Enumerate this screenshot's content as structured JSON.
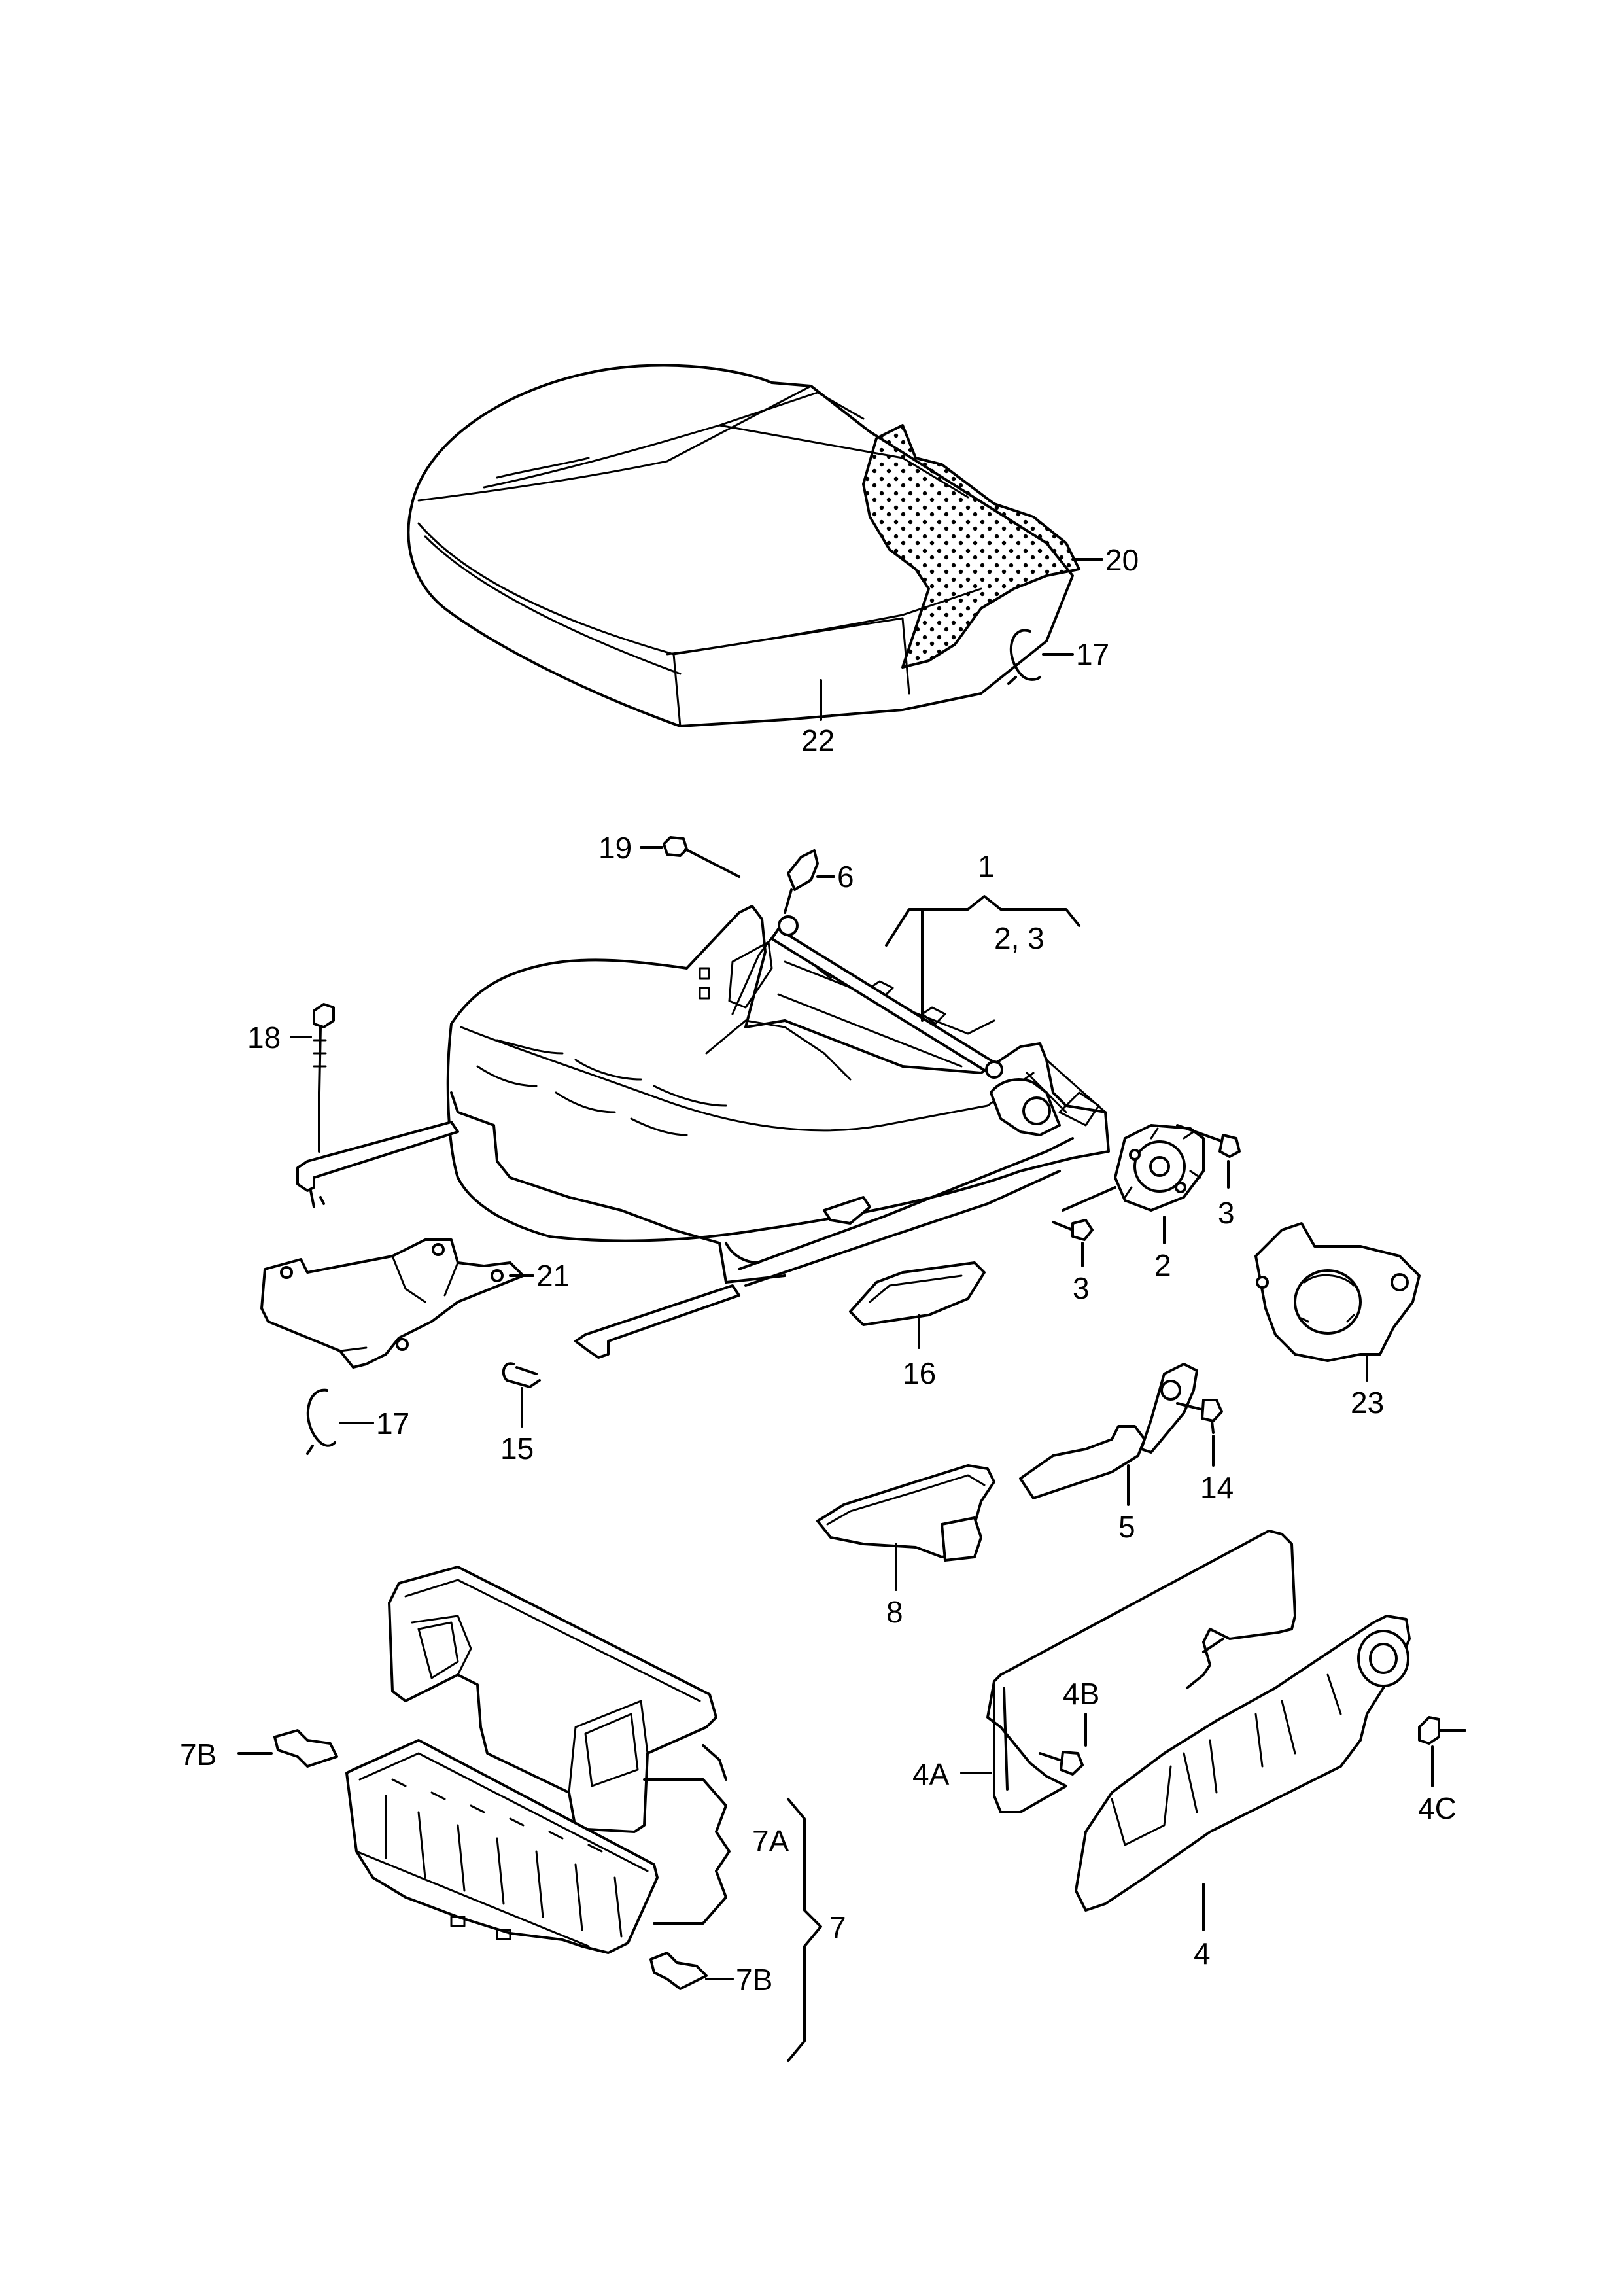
{
  "callouts": {
    "c1": "1",
    "c2": "2",
    "c2_3": "2, 3",
    "c3_a": "3",
    "c3_b": "3",
    "c4": "4",
    "c4a": "4A",
    "c4b": "4B",
    "c4c": "4C",
    "c5": "5",
    "c6": "6",
    "c7": "7",
    "c7a": "7A",
    "c7b_a": "7B",
    "c7b_b": "7B",
    "c8": "8",
    "c14": "14",
    "c15": "15",
    "c16": "16",
    "c17_a": "17",
    "c17_b": "17",
    "c18": "18",
    "c19": "19",
    "c20": "20",
    "c21": "21",
    "c22": "22",
    "c23": "23"
  },
  "colors": {
    "line": "#000000",
    "background": "#ffffff"
  }
}
